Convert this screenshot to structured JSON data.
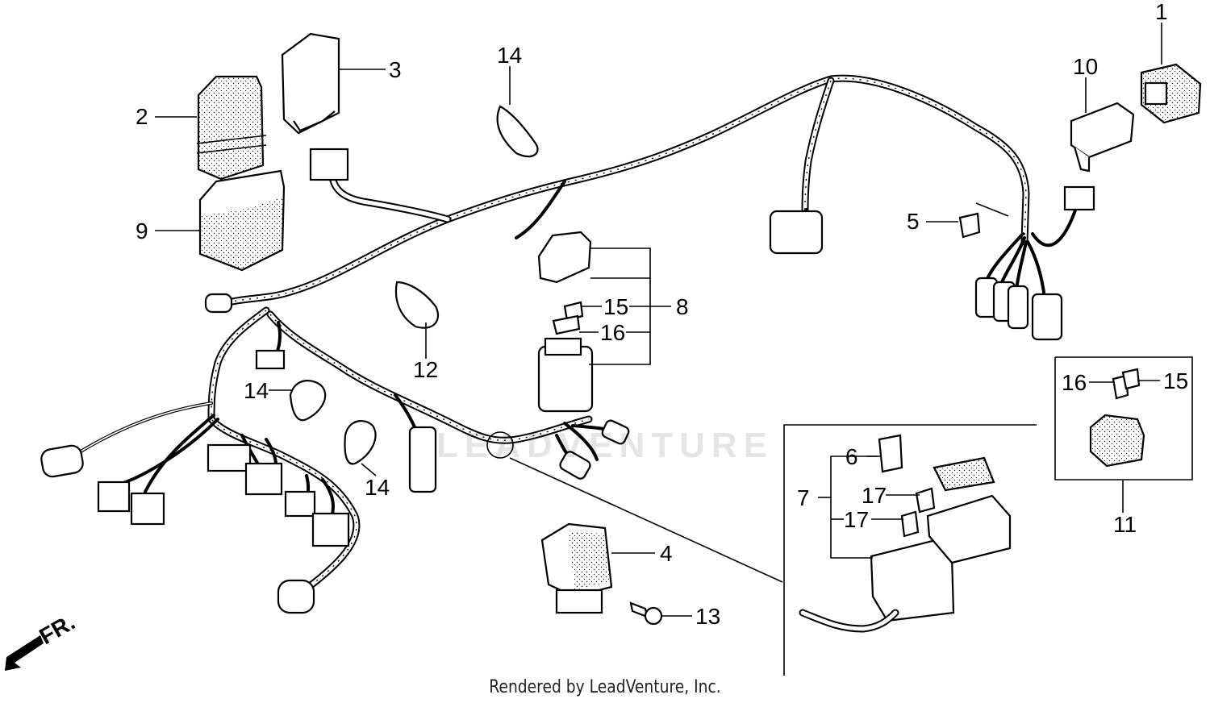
{
  "diagram": {
    "callouts": {
      "c1": "1",
      "c2": "2",
      "c3": "3",
      "c4": "4",
      "c5": "5",
      "c6": "6",
      "c7": "7",
      "c8": "8",
      "c9": "9",
      "c10": "10",
      "c11": "11",
      "c12": "12",
      "c13": "13",
      "c14a": "14",
      "c14b": "14",
      "c14c": "14",
      "c15a": "15",
      "c15b": "15",
      "c16a": "16",
      "c16b": "16",
      "c17a": "17",
      "c17b": "17"
    },
    "front_marker": "FR.",
    "watermark": "LEADVENTURE",
    "credit": "Rendered by LeadVenture, Inc."
  }
}
